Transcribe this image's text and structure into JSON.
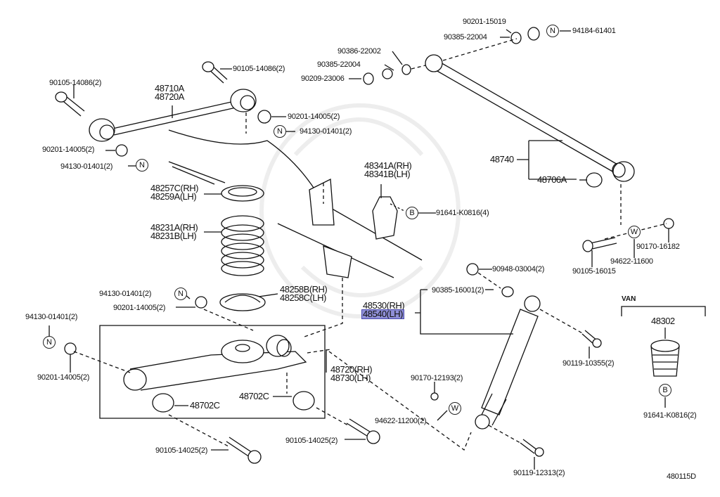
{
  "diagram": {
    "title": "Rear Suspension Parts Diagram",
    "figure_code": "480115D",
    "van_section_label": "VAN",
    "highlight_color": "#8f8fd6",
    "parts": {
      "p_90105_14086_left": "90105-14086(2)",
      "p_48710A": "48710A",
      "p_48720A": "48720A",
      "p_90105_14086_top": "90105-14086(2)",
      "p_90201_14005_top": "90201-14005(2)",
      "p_94130_01401_top": "94130-01401(2)",
      "p_90201_14005_left": "90201-14005(2)",
      "p_94130_01401_left": "94130-01401(2)",
      "p_90386_22002": "90386-22002",
      "p_90385_22004_a": "90385-22004",
      "p_90209_23006": "90209-23006",
      "p_90201_15019": "90201-15019",
      "p_90385_22004_b": "90385-22004",
      "p_94184_61401": "94184-61401",
      "p_48740": "48740",
      "p_48706A": "48706A",
      "p_48257C": "48257C(RH)",
      "p_48259A": "48259A(LH)",
      "p_48231A": "48231A(RH)",
      "p_48231B": "48231B(LH)",
      "p_48341A": "48341A(RH)",
      "p_48341B": "48341B(LH)",
      "p_91641_K0816_4": "91641-K0816(4)",
      "p_90105_16015": "90105-16015",
      "p_94622_11600": "94622-11600",
      "p_90170_16182": "90170-16182",
      "p_90948_03004": "90948-03004(2)",
      "p_94130_01401_mid": "94130-01401(2)",
      "p_90201_14005_mid": "90201-14005(2)",
      "p_48258B": "48258B(RH)",
      "p_48258C": "48258C(LH)",
      "p_90385_16001": "90385-16001(2)",
      "p_48530": "48530(RH)",
      "p_48540": "48540(LH)",
      "p_94130_01401_far": "94130-01401(2)",
      "p_90201_14005_far": "90201-14005(2)",
      "p_48720": "48720(RH)",
      "p_48730": "48730(LH)",
      "p_90119_10355": "90119-10355(2)",
      "p_48302": "48302",
      "p_91641_K0816_2": "91641-K0816(2)",
      "p_48702C_left": "48702C",
      "p_48702C_right": "48702C",
      "p_90170_12193": "90170-12193(2)",
      "p_94622_11200": "94622-11200(2)",
      "p_90105_14025_left": "90105-14025(2)",
      "p_90105_14025_right": "90105-14025(2)",
      "p_90119_12313": "90119-12313(2)"
    },
    "symbols": {
      "N": "N",
      "B": "B",
      "W": "W"
    }
  }
}
